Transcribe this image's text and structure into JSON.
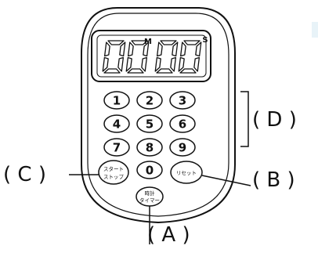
{
  "display": {
    "digits": "00:00",
    "minute_mark": "M",
    "second_mark": "S"
  },
  "keypad": {
    "numbers": [
      "1",
      "2",
      "3",
      "4",
      "5",
      "6",
      "7",
      "8",
      "9",
      "0"
    ]
  },
  "buttons": {
    "start_stop": [
      "スタート",
      "ストップ"
    ],
    "reset": "リセット",
    "clock_timer": [
      "時計",
      "タイマー"
    ]
  },
  "callouts": {
    "a": "( A )",
    "b": "( B )",
    "c": "( C )",
    "d": "( D )"
  }
}
